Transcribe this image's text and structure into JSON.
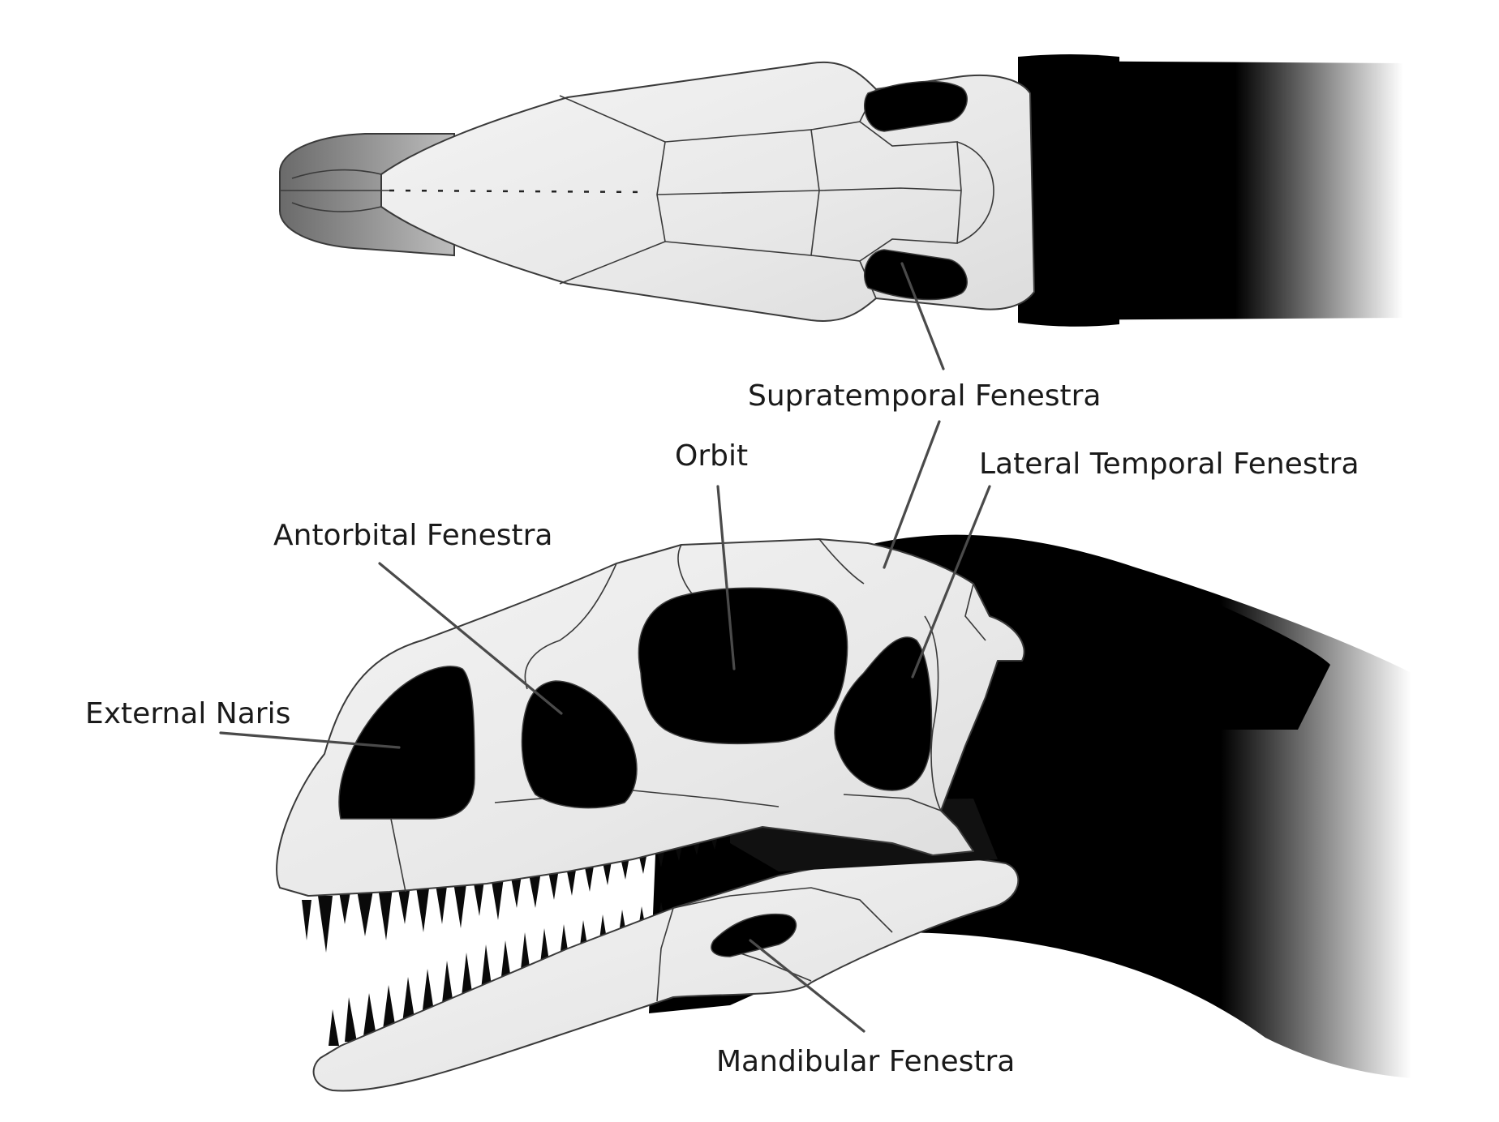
{
  "labels": {
    "supratemporal": "Supratemporal Fenestra",
    "orbit": "Orbit",
    "lateral_temporal": "Lateral Temporal Fenestra",
    "antorbital": "Antorbital Fenestra",
    "external_naris": "External Naris",
    "mandibular": "Mandibular Fenestra"
  },
  "colors": {
    "background": "#ffffff",
    "bone": "#ececec",
    "openings": "#000000",
    "neck": "#000000",
    "label_text": "#1a1a1a",
    "leader_line": "#4a4a4a"
  }
}
